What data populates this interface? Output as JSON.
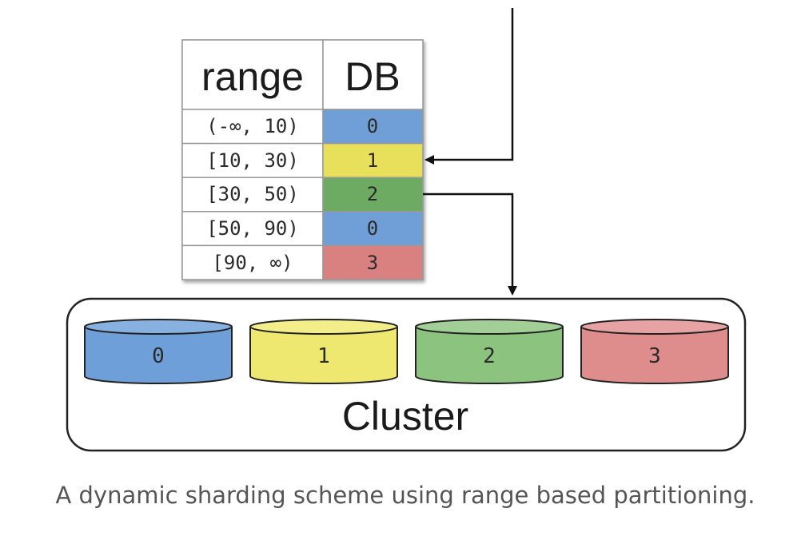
{
  "table": {
    "header_range": "range",
    "header_db": "DB",
    "rows": [
      {
        "range": "(-∞, 10)",
        "db": "0",
        "color": "#6f9fd8"
      },
      {
        "range": "[10, 30)",
        "db": "1",
        "color": "#e8e05a"
      },
      {
        "range": "[30, 50)",
        "db": "2",
        "color": "#6dab63"
      },
      {
        "range": "[50, 90)",
        "db": "0",
        "color": "#6f9fd8"
      },
      {
        "range": "[90, ∞)",
        "db": "3",
        "color": "#d98080"
      }
    ]
  },
  "cluster": {
    "label": "Cluster",
    "databases": [
      {
        "label": "0",
        "color": "#6f9fd8",
        "top_color": "#86b1e0"
      },
      {
        "label": "1",
        "color": "#efe870",
        "top_color": "#f3ee8a"
      },
      {
        "label": "2",
        "color": "#8cc47f",
        "top_color": "#a1cf95"
      },
      {
        "label": "3",
        "color": "#df8c8c",
        "top_color": "#e7a3a3"
      }
    ]
  },
  "caption": "A dynamic sharding scheme using range based partitioning."
}
